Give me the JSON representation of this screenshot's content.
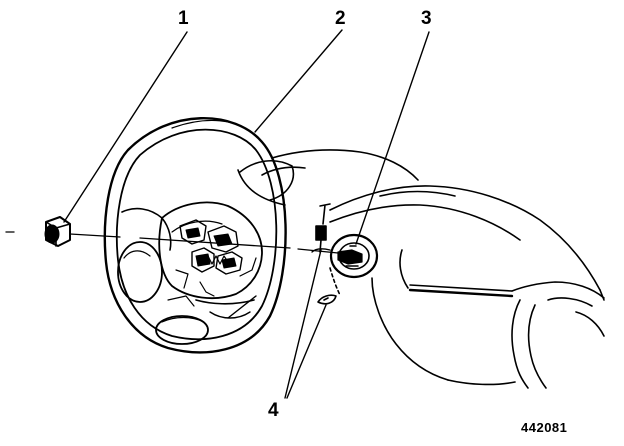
{
  "callouts": {
    "one": "1",
    "two": "2",
    "three": "3",
    "four": "4"
  },
  "figure_number": "442081",
  "colors": {
    "line": "#000000",
    "background": "#ffffff"
  }
}
